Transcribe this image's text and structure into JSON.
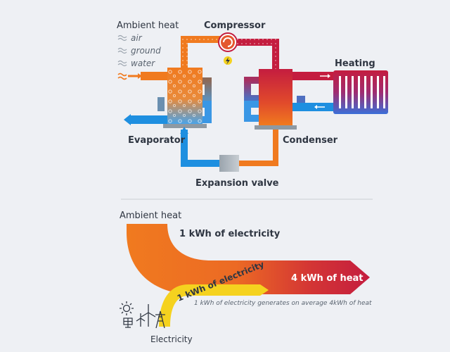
{
  "colors": {
    "background": "#eef0f4",
    "warm_orange": "#f07a1f",
    "hot_red": "#c41d3f",
    "cold_blue": "#1e8fe0",
    "grey_steel": "#7f8c95",
    "electric_yellow": "#f5d21f",
    "text_dark": "#2f3642",
    "text_muted": "#5a6470"
  },
  "cycle": {
    "ambient_heat_title": "Ambient heat",
    "sources": [
      "air",
      "ground",
      "water"
    ],
    "compressor_label": "Compressor",
    "heating_label": "Heating",
    "evaporator_label": "Evaporator",
    "condenser_label": "Condenser",
    "expansion_valve_label": "Expansion valve"
  },
  "flow": {
    "ambient_heat_label": "Ambient heat",
    "electricity_top_label": "1 kWh of electricity",
    "heat_output_label": "4 kWh of heat",
    "electricity_arrow_label": "1 kWh of electricity",
    "footnote": "1 kWh of electricity generates on average 4kWh of heat",
    "electricity_label": "Electricity"
  },
  "icons": [
    "sun-icon",
    "solar-panel-icon",
    "wind-turbine-icon",
    "power-pylon-icon",
    "wave-icon",
    "lightning-icon"
  ]
}
